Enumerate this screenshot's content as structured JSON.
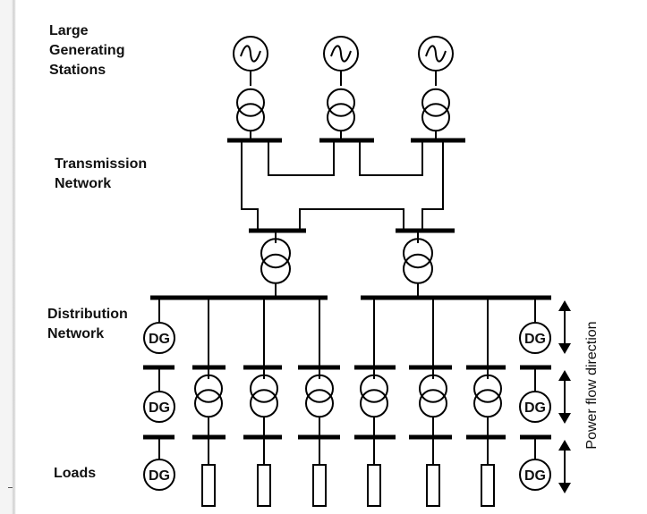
{
  "labels": {
    "large_line1": "Large",
    "large_line2": "Generating",
    "large_line3": "Stations",
    "transmission_line1": "Transmission",
    "transmission_line2": "Network",
    "distribution_line1": "Distribution",
    "distribution_line2": "Network",
    "loads": "Loads",
    "power_flow": "Power flow direction"
  },
  "dg_text": "DG"
}
